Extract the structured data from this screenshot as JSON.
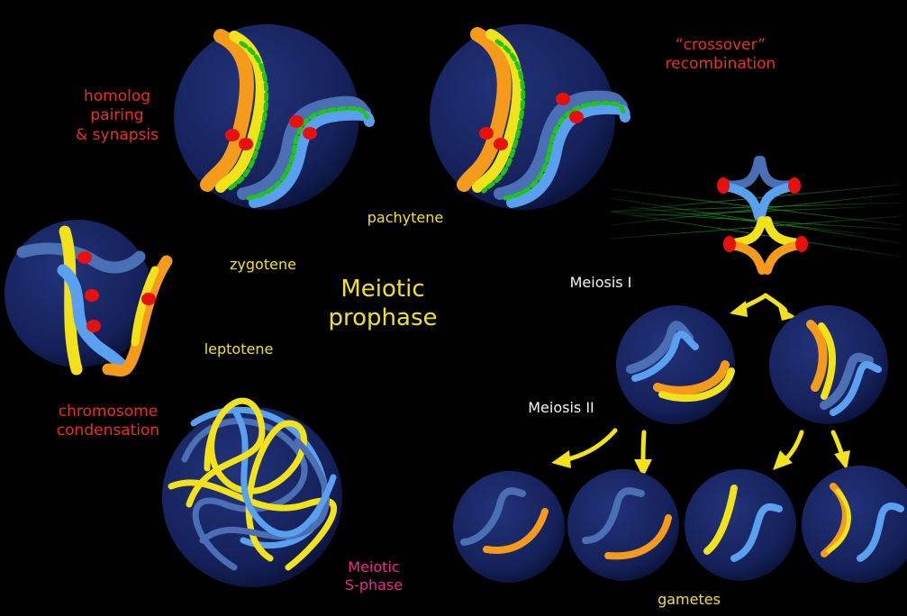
{
  "title": {
    "line1": "Meiotic",
    "line2": "prophase"
  },
  "stages": {
    "leptotene": "leptotene",
    "zygotene": "zygotene",
    "pachytene": "pachytene"
  },
  "processes": {
    "homolog": {
      "line1": "homolog",
      "line2": "pairing",
      "line3": "& synapsis"
    },
    "crossover": {
      "line1": "“crossover”",
      "line2": "recombination"
    },
    "condensation": {
      "line1": "chromosome",
      "line2": "condensation"
    },
    "sphase": {
      "line1": "Meiotic",
      "line2": "S-phase"
    }
  },
  "divisions": {
    "meiosis1": "Meiosis I",
    "meiosis2": "Meiosis II"
  },
  "gametes": "gametes",
  "colors": {
    "background": "#000000",
    "cell": "#1b2a6e",
    "chromosome_yellow": "#f2e21a",
    "chromosome_orange": "#f59a1a",
    "chromosome_blue": "#5aa0f0",
    "chromosome_steel": "#4a6fb5",
    "centromere": "#e8100c",
    "synaptonemal": "#22c41c",
    "spindle": "#1e8a1e",
    "label_red": "#e8321e",
    "label_yellow": "#f2e21a",
    "label_pink": "#ee2a8c",
    "label_white": "#f4f4f4"
  }
}
